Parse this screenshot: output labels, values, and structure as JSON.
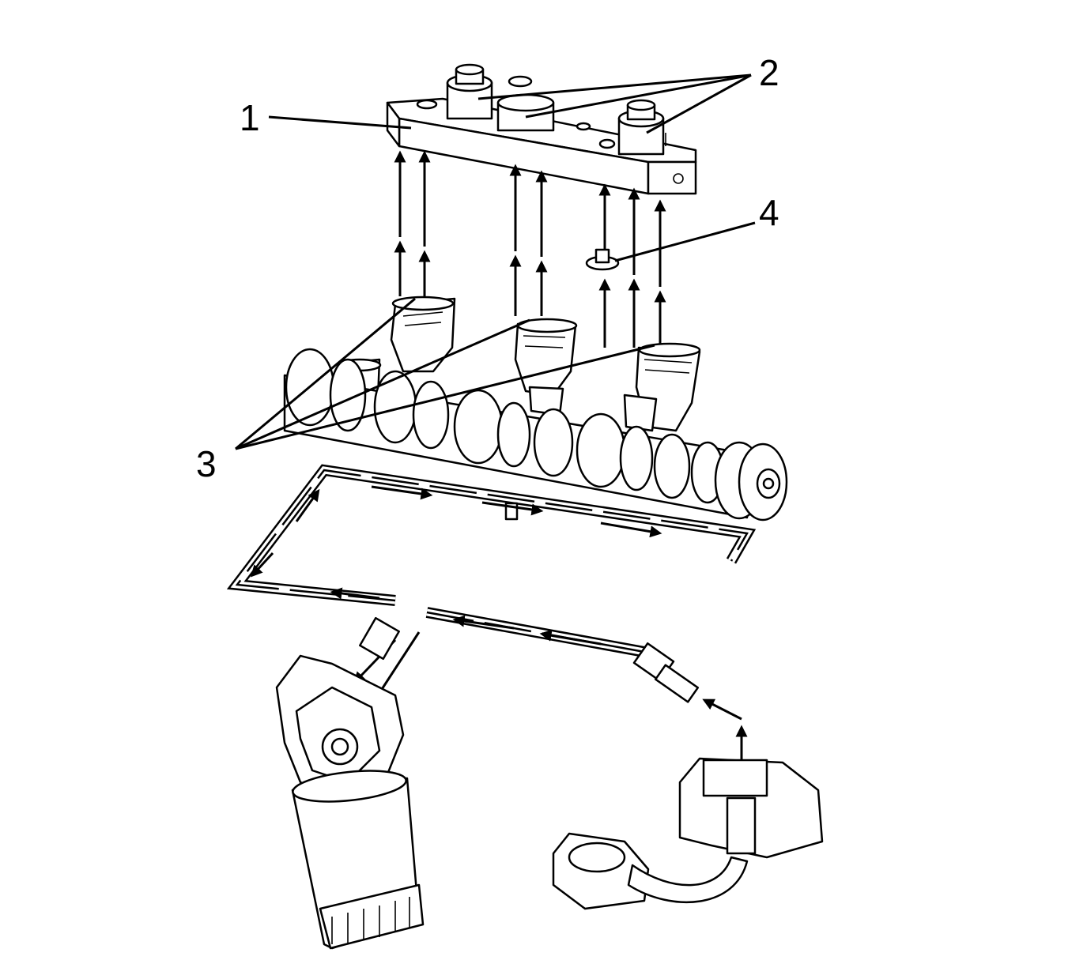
{
  "callouts": [
    {
      "id": "1",
      "text": "1",
      "target": "valve-lifter-guide-bar"
    },
    {
      "id": "2",
      "text": "2",
      "target": "oil-manifold-solenoids"
    },
    {
      "id": "3",
      "text": "3",
      "target": "valve-lifters"
    },
    {
      "id": "4",
      "text": "4",
      "target": "guide-bolt"
    }
  ],
  "colors": {
    "line": "#000000",
    "background": "#ffffff"
  }
}
